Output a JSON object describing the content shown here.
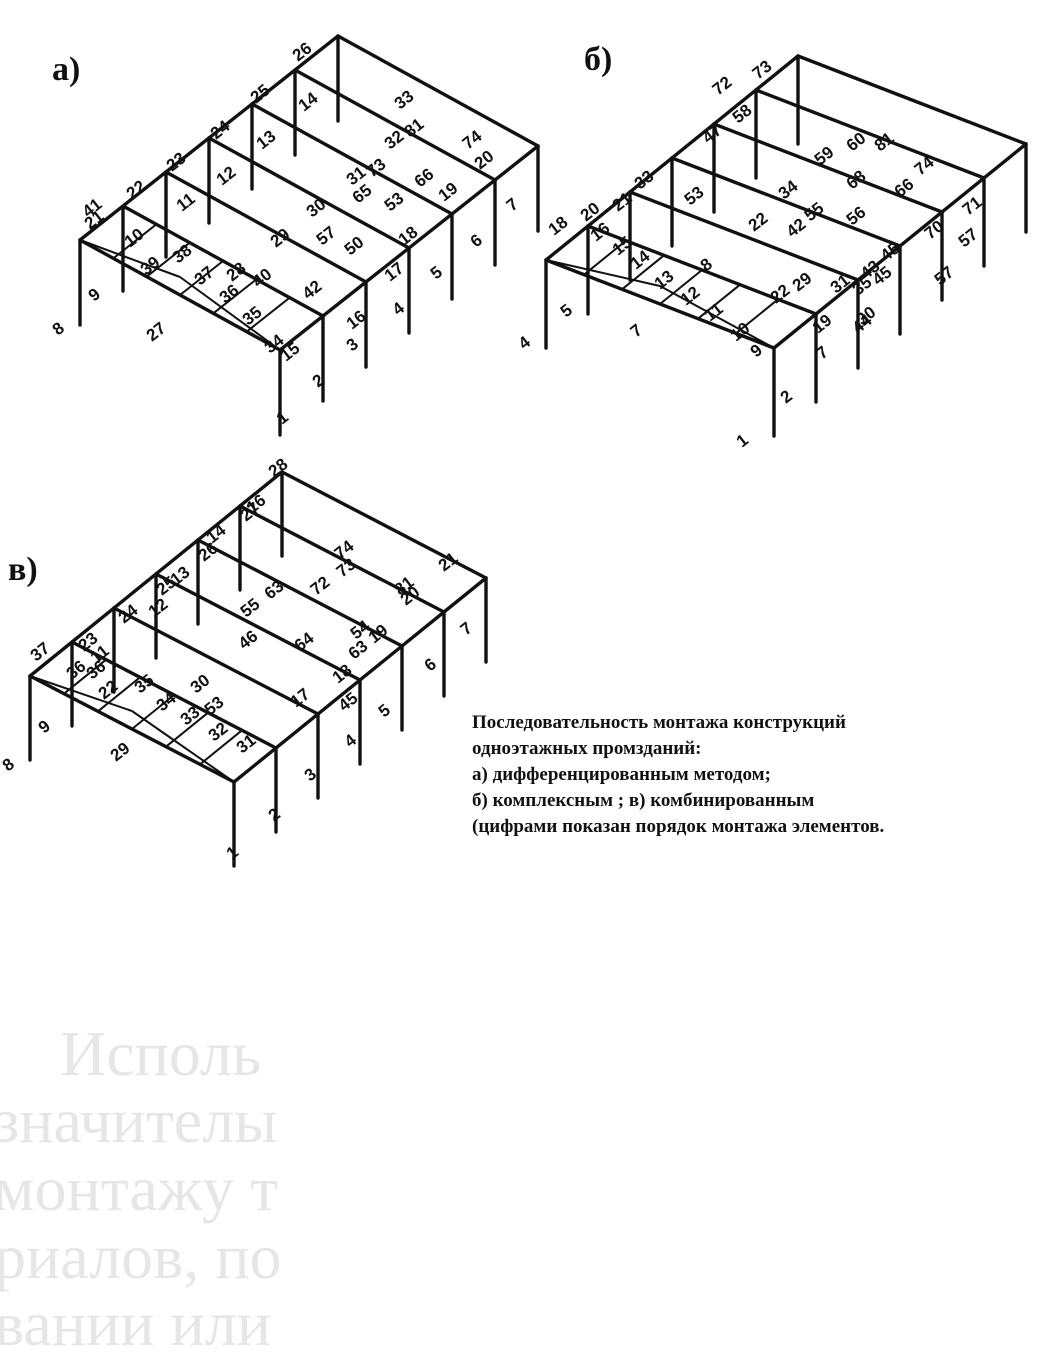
{
  "figure": {
    "panels": [
      {
        "id": "a",
        "label": "а)",
        "numbers": [
          "1",
          "2",
          "3",
          "4",
          "5",
          "6",
          "7",
          "8",
          "9",
          "10",
          "11",
          "12",
          "13",
          "14",
          "15",
          "16",
          "17",
          "18",
          "19",
          "20",
          "21",
          "22",
          "23",
          "24",
          "25",
          "26",
          "27",
          "28",
          "29",
          "30",
          "31",
          "32",
          "33",
          "34",
          "35",
          "36",
          "37",
          "38",
          "39",
          "40",
          "41",
          "42",
          "50",
          "53",
          "57",
          "65",
          "66",
          "73",
          "74",
          "81"
        ]
      },
      {
        "id": "b",
        "label": "б)",
        "numbers": [
          "1",
          "2",
          "4",
          "5",
          "7",
          "7",
          "8",
          "9",
          "10",
          "11",
          "12",
          "13",
          "14",
          "15",
          "16",
          "18",
          "19",
          "20",
          "21",
          "22",
          "22",
          "29",
          "30",
          "31",
          "33",
          "34",
          "35",
          "42",
          "43",
          "44",
          "45",
          "45",
          "47",
          "53",
          "55",
          "56",
          "57",
          "57",
          "58",
          "59",
          "60",
          "66",
          "68",
          "70",
          "71",
          "72",
          "73",
          "74",
          "81"
        ]
      },
      {
        "id": "v",
        "label": "в)",
        "numbers": [
          "1",
          "2",
          "3",
          "4",
          "5",
          "6",
          "7",
          "8",
          "9",
          "11",
          "12",
          "13",
          "14",
          "16",
          "17",
          "18",
          "19",
          "20",
          "21",
          "22",
          "23",
          "24",
          "25",
          "26",
          "27",
          "28",
          "29",
          "30",
          "31",
          "32",
          "33",
          "34",
          "35",
          "36",
          "36",
          "37",
          "45",
          "46",
          "53",
          "54",
          "55",
          "63",
          "63",
          "64",
          "72",
          "73",
          "74",
          "81"
        ]
      }
    ],
    "caption": [
      "Последовательность монтажа конструкций",
      "одноэтажных промзданий:",
      "а) дифференцированным методом;",
      "б) комплексным ; в) комбинированным",
      "(цифрами показан порядок монтажа элементов."
    ]
  },
  "background_text": [
    "Исполь",
    "значителы",
    "монтажу т",
    "риалов, по",
    "вании или"
  ]
}
